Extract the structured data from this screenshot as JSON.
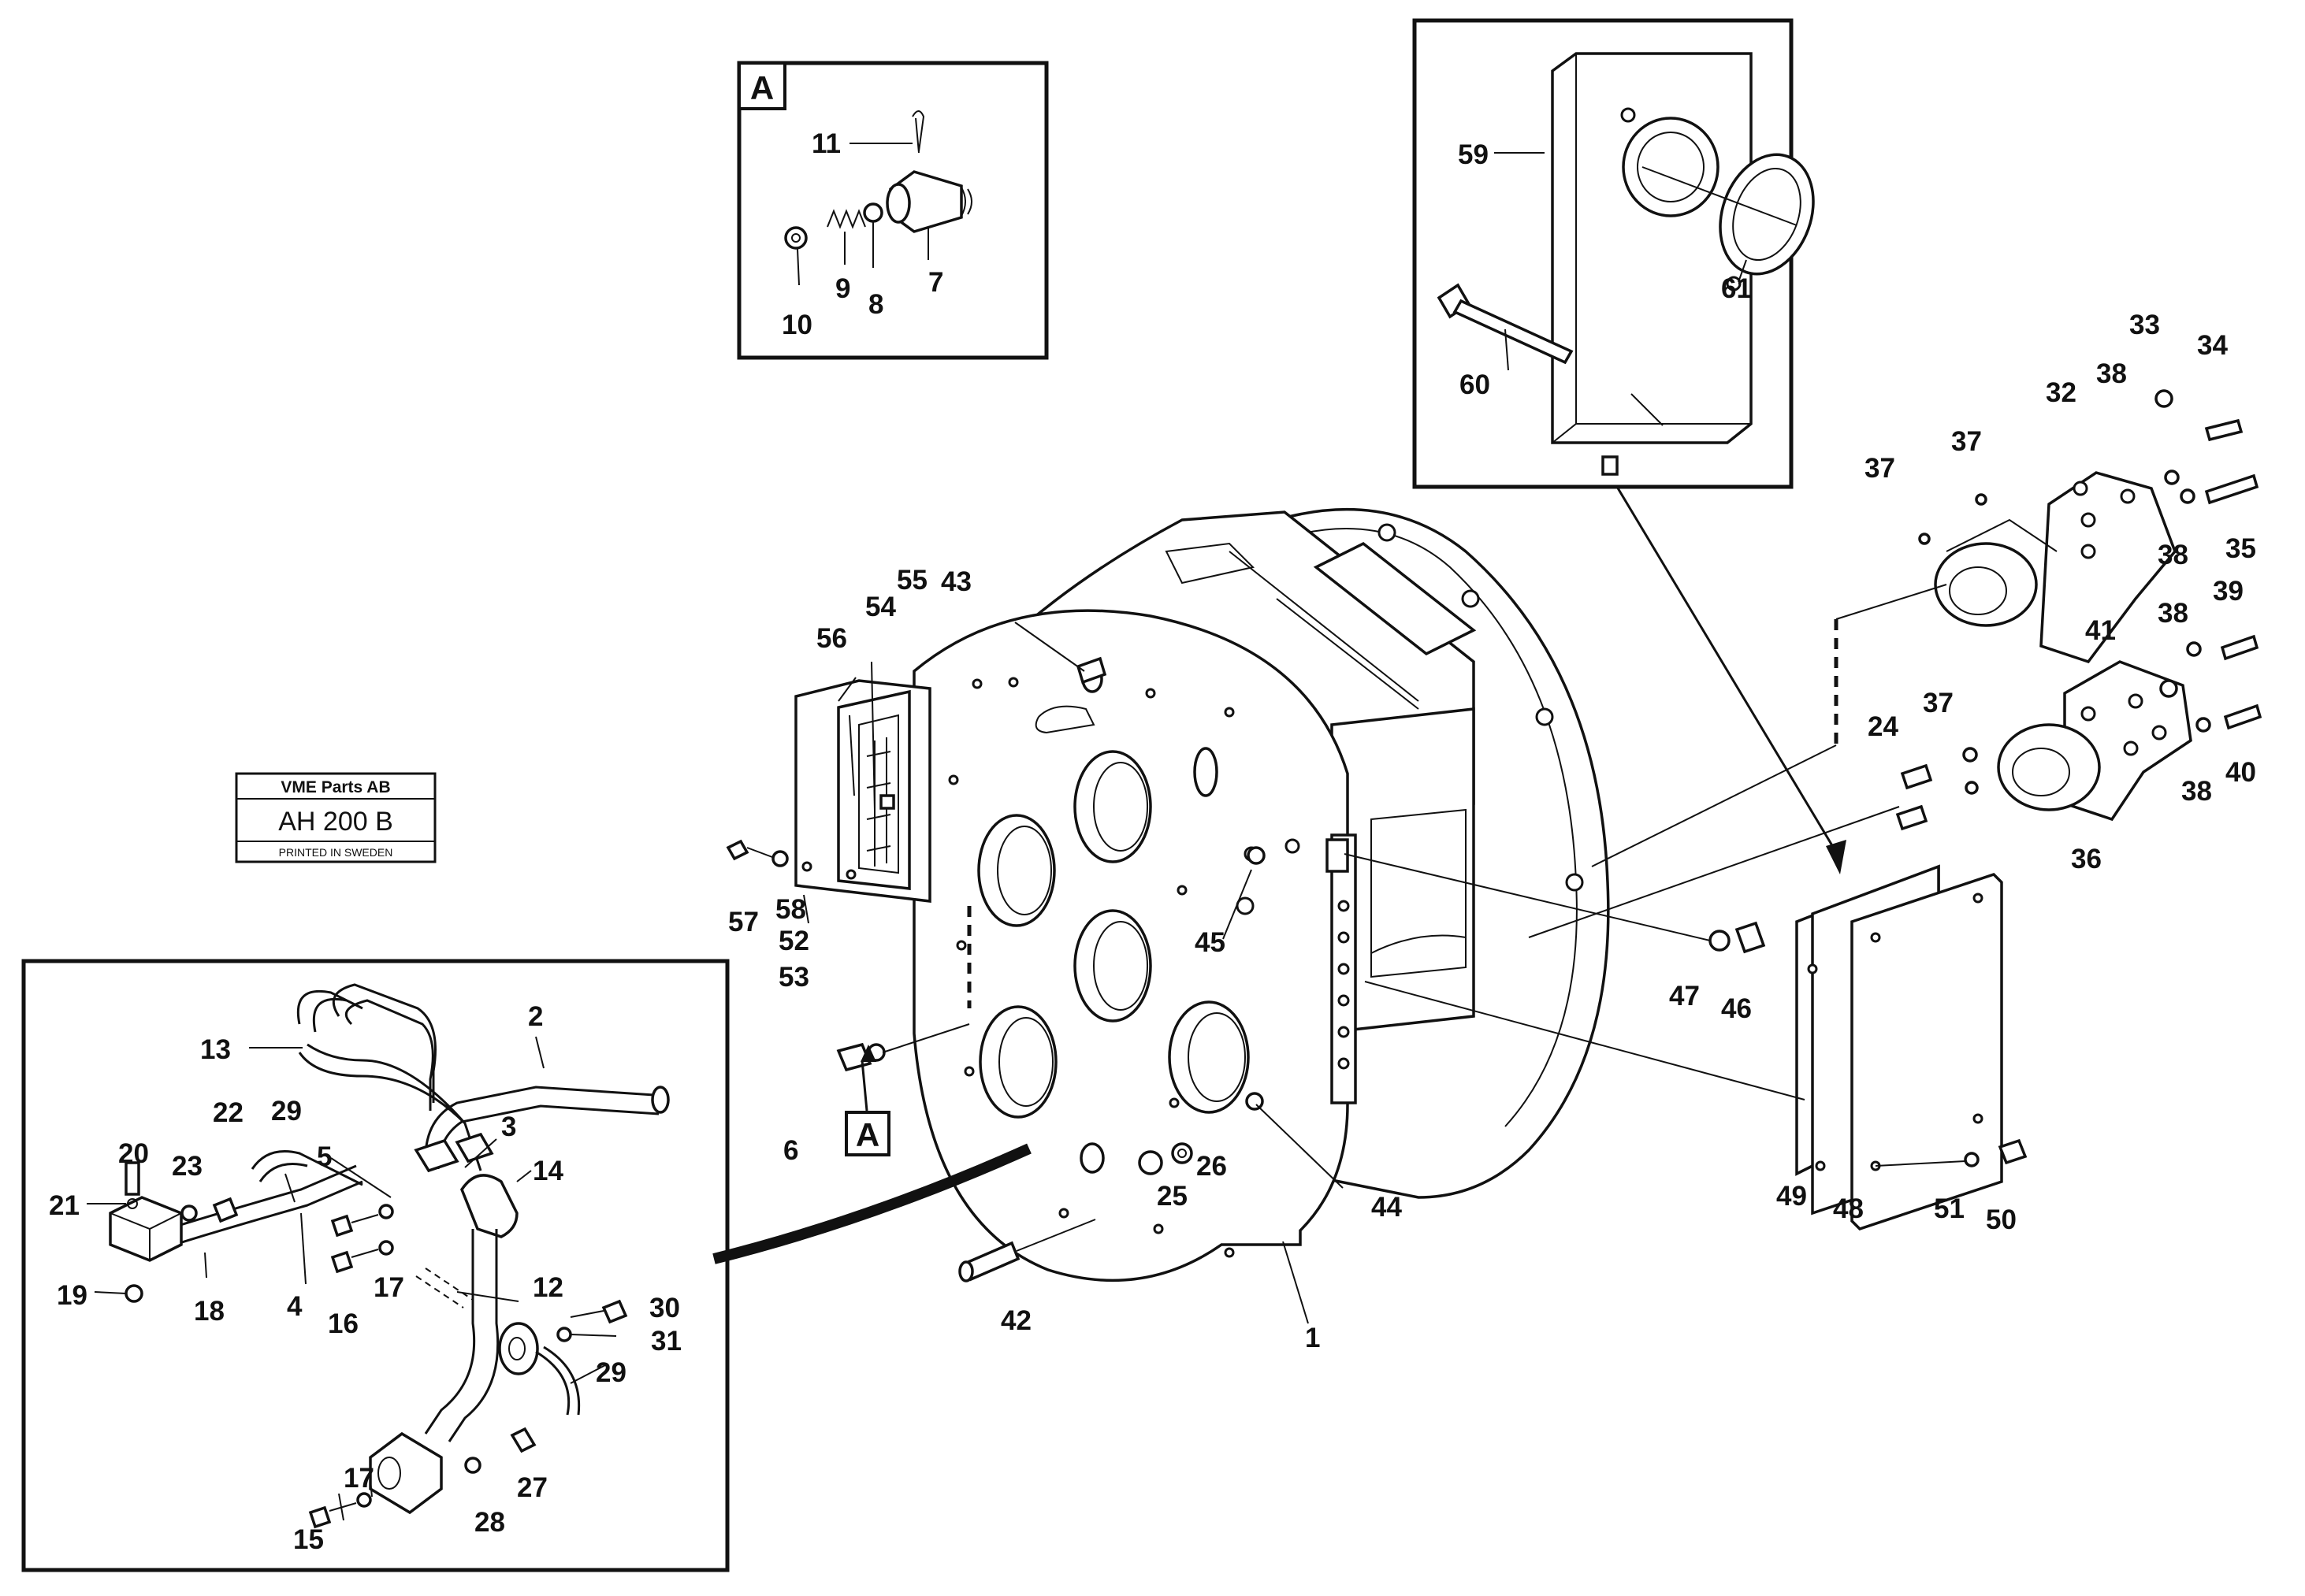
{
  "stamp": {
    "company": "VME Parts AB",
    "code": "AH 200 B",
    "printed": "PRINTED IN SWEDEN"
  },
  "detail_letter": "A",
  "callouts": {
    "c1": "1",
    "c2": "2",
    "c3": "3",
    "c4": "4",
    "c5": "5",
    "c6": "6",
    "c7": "7",
    "c8": "8",
    "c9": "9",
    "c10": "10",
    "c11": "11",
    "c12": "12",
    "c13": "13",
    "c14": "14",
    "c15": "15",
    "c16": "16",
    "c17a": "17",
    "c17b": "17",
    "c18": "18",
    "c19": "19",
    "c20": "20",
    "c21": "21",
    "c22": "22",
    "c23": "23",
    "c24": "24",
    "c25": "25",
    "c26": "26",
    "c27": "27",
    "c28": "28",
    "c29a": "29",
    "c29b": "29",
    "c30": "30",
    "c31": "31",
    "c32": "32",
    "c33": "33",
    "c34": "34",
    "c35": "35",
    "c36": "36",
    "c37a": "37",
    "c37b": "37",
    "c37c": "37",
    "c38a": "38",
    "c38b": "38",
    "c38c": "38",
    "c38d": "38",
    "c39": "39",
    "c40": "40",
    "c41": "41",
    "c42": "42",
    "c43": "43",
    "c44": "44",
    "c45": "45",
    "c46": "46",
    "c47": "47",
    "c48": "48",
    "c49": "49",
    "c50": "50",
    "c51": "51",
    "c52": "52",
    "c53": "53",
    "c54": "54",
    "c55": "55",
    "c56": "56",
    "c57": "57",
    "c58": "58",
    "c59": "59",
    "c60": "60",
    "c61": "61"
  }
}
